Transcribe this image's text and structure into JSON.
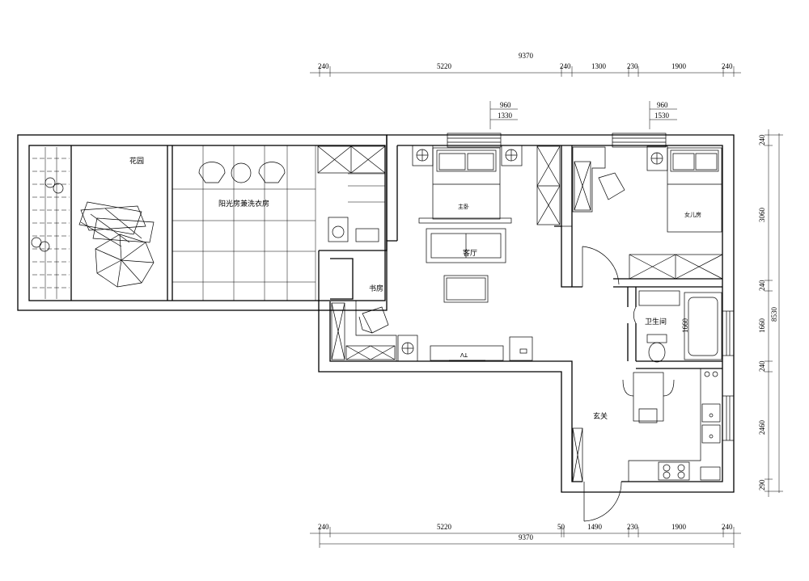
{
  "dimensions": {
    "top_total": "9370",
    "top": [
      "240",
      "5220",
      "240",
      "1300",
      "230",
      "1900",
      "240"
    ],
    "bottom": [
      "240",
      "5220",
      "50",
      "1490",
      "230",
      "1900",
      "240"
    ],
    "bottom_total": "9370",
    "right": [
      "240",
      "3060",
      "240",
      "1660",
      "240",
      "2460",
      "290"
    ],
    "right_total": "8530",
    "window_left": [
      "960",
      "1330"
    ],
    "window_right": [
      "960",
      "1530"
    ],
    "bath_inner": "1660"
  },
  "rooms": {
    "garden": "花园",
    "sunroom": "阳光房兼洗衣房",
    "master_bedroom": "主卧",
    "living_room": "客厅",
    "study": "书房",
    "daughter_room": "女儿房",
    "bathroom": "卫生间",
    "entrance": "玄关",
    "tv": "TV"
  }
}
